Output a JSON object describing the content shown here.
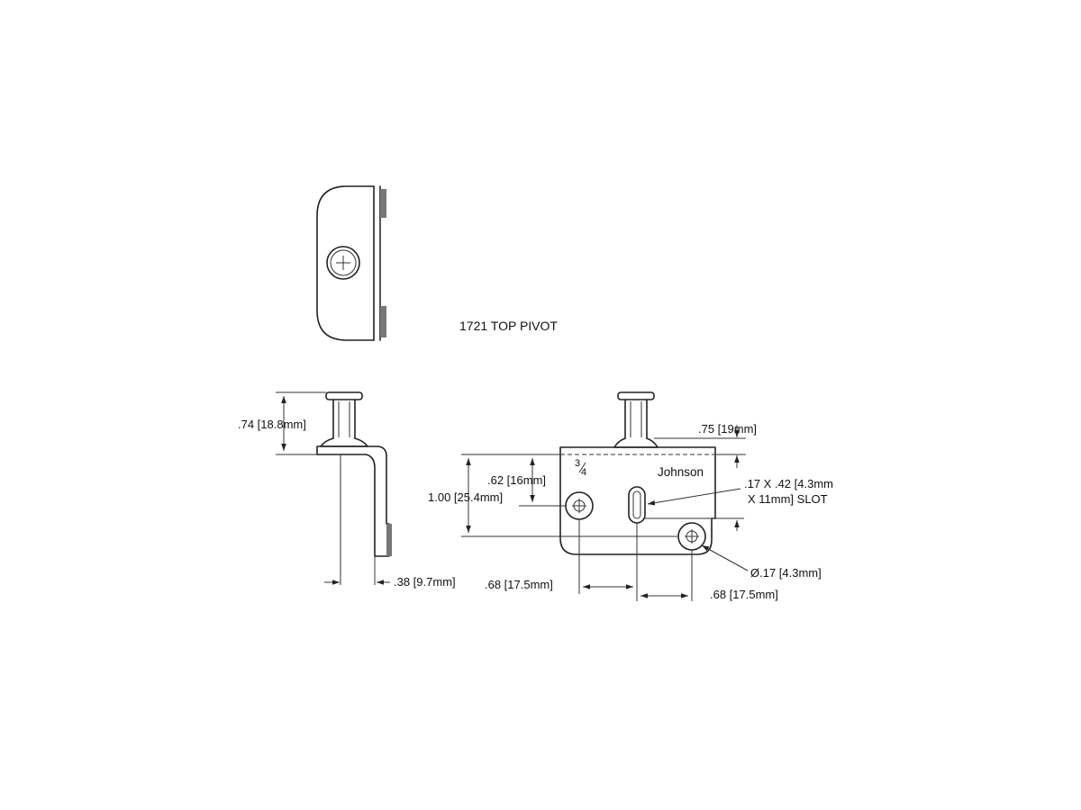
{
  "drawing": {
    "title": "1721 TOP PIVOT",
    "brand_mark": "Johnson",
    "fraction_mark": {
      "numerator": "3",
      "denominator": "4"
    },
    "dimensions": {
      "pin_height": ".74 [18.8mm]",
      "leg_thickness": ".38 [9.7mm]",
      "pin_offset": ".75 [19mm]",
      "hole_height": ".62 [16mm]",
      "plate_height": "1.00 [25.4mm]",
      "slot_size_line1": ".17 X .42 [4.3mm",
      "slot_size_line2": "X 11mm] SLOT",
      "hole_diameter": "Ø.17 [4.3mm]",
      "spacing_left": ".68 [17.5mm]",
      "spacing_right": ".68 [17.5mm]"
    }
  }
}
